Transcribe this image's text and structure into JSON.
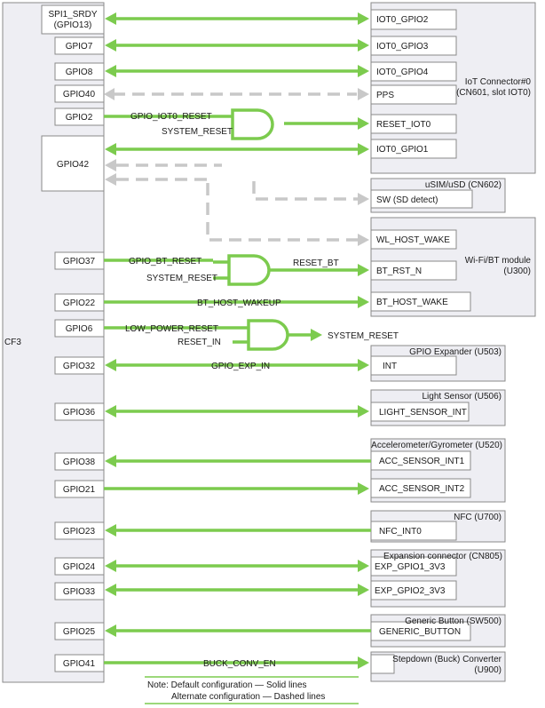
{
  "cf3": {
    "label": "CF3",
    "pins": {
      "spi1_srdy": "SPI1_SRDY",
      "spi1_srdy_sub": "(GPIO13)",
      "gpio7": "GPIO7",
      "gpio8": "GPIO8",
      "gpio40": "GPIO40",
      "gpio2": "GPIO2",
      "gpio42": "GPIO42",
      "gpio37": "GPIO37",
      "gpio22": "GPIO22",
      "gpio6": "GPIO6",
      "gpio32": "GPIO32",
      "gpio36": "GPIO36",
      "gpio38": "GPIO38",
      "gpio21": "GPIO21",
      "gpio23": "GPIO23",
      "gpio24": "GPIO24",
      "gpio33": "GPIO33",
      "gpio25": "GPIO25",
      "gpio41": "GPIO41"
    }
  },
  "iot_connector": {
    "title_line1": "IoT Connector#0",
    "title_line2": "(CN601, slot IOT0)",
    "pins": {
      "gpio2": "IOT0_GPIO2",
      "gpio3": "IOT0_GPIO3",
      "gpio4": "IOT0_GPIO4",
      "pps": "PPS",
      "reset": "RESET_IOT0",
      "gpio1": "IOT0_GPIO1"
    }
  },
  "usim": {
    "title": "uSIM/uSD (CN602)",
    "pin": "SW (SD detect)"
  },
  "wifi": {
    "title_line1": "Wi-Fi/BT module",
    "title_line2": "(U300)",
    "pins": {
      "wake": "WL_HOST_WAKE",
      "rst": "BT_RST_N",
      "host_wake": "BT_HOST_WAKE"
    }
  },
  "gpio_expander": {
    "title": "GPIO Expander (U503)",
    "pin": "INT"
  },
  "light_sensor": {
    "title": "Light Sensor (U506)",
    "pin": "LIGHT_SENSOR_INT"
  },
  "accelerometer": {
    "title": "Accelerometer/Gyrometer (U520)",
    "pin1": "ACC_SENSOR_INT1",
    "pin2": "ACC_SENSOR_INT2"
  },
  "nfc": {
    "title": "NFC (U700)",
    "pin": "NFC_INT0"
  },
  "expansion": {
    "title": "Expansion connector (CN805)",
    "pin1": "EXP_GPIO1_3V3",
    "pin2": "EXP_GPIO2_3V3"
  },
  "generic_button": {
    "title": "Generic Button (SW500)",
    "pin": "GENERIC_BUTTON"
  },
  "stepdown": {
    "title_line1": "Stepdown (Buck) Converter",
    "title_line2": "(U900)"
  },
  "signals": {
    "gpio_iot0_reset": "GPIO_IOT0_RESET",
    "system_reset_in_1": "SYSTEM_RESET",
    "gpio_bt_reset": "GPIO_BT_RESET",
    "system_reset_in_2": "SYSTEM_RESET",
    "reset_bt": "RESET_BT",
    "bt_host_wakeup": "BT_HOST_WAKEUP",
    "low_power_reset": "LOW_POWER_RESET",
    "reset_in": "RESET_IN",
    "system_reset_out": "SYSTEM_RESET",
    "gpio_exp_in": "GPIO_EXP_IN",
    "buck_conv_en": "BUCK_CONV_EN"
  },
  "note": {
    "line1": "Note: Default configuration — Solid lines",
    "line2": "Alternate configuration — Dashed lines"
  },
  "colors": {
    "solid_line": "#7ccb4e",
    "dashed_line": "#c8c8c8",
    "panel_fill": "#eeeef3"
  }
}
